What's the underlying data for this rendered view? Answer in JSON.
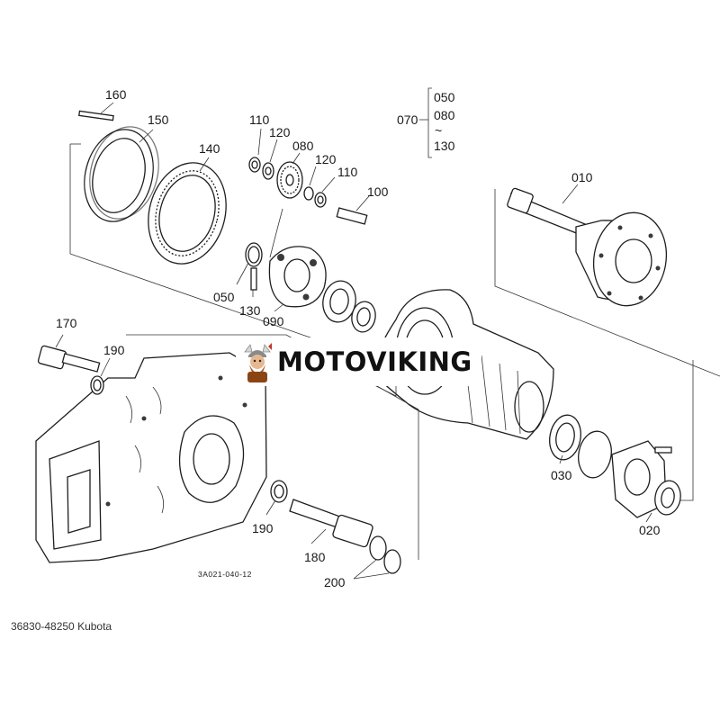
{
  "brand": {
    "name": "MOTOVIKING",
    "logo_icon": "viking-mascot-icon",
    "accent": "#c0392b"
  },
  "caption": "36830-48250 Kubota",
  "drawing_code": "3A021-040-12",
  "labels": {
    "p010": "010",
    "p020": "020",
    "p030": "030",
    "p050": "050",
    "p080": "080",
    "p090": "090",
    "p100": "100",
    "p110a": "110",
    "p110b": "110",
    "p120a": "120",
    "p120b": "120",
    "p130": "130",
    "p140": "140",
    "p150": "150",
    "p160": "160",
    "p170": "170",
    "p180": "180",
    "p190a": "190",
    "p190b": "190",
    "p200": "200"
  },
  "group_070": {
    "label": "070",
    "items": [
      "050",
      "080",
      "130"
    ],
    "range_mark": "~"
  }
}
